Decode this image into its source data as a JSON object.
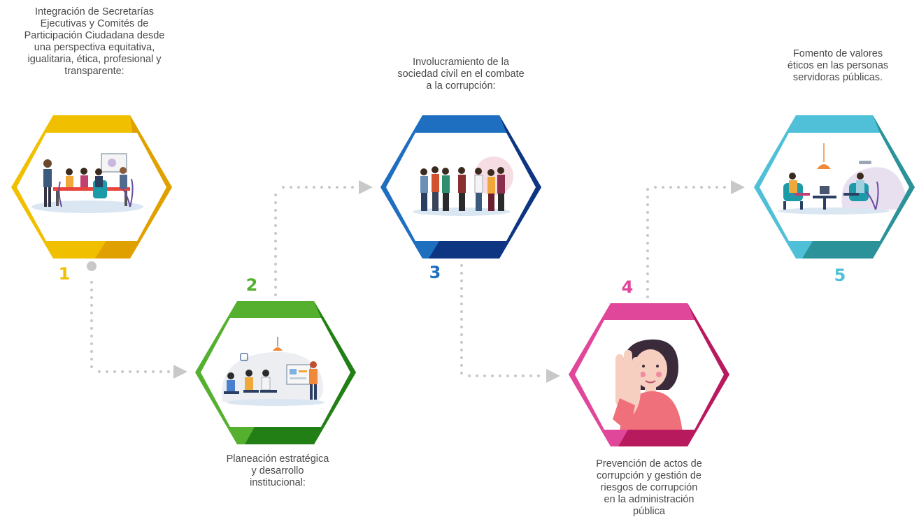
{
  "steps": [
    {
      "number": "1",
      "text": "Integración de Secretarías\nEjecutivas y Comités de\nParticipación Ciudadana desde\nuna perspectiva equitativa,\nigualitaria, ética, profesional y\ntransparente:",
      "color": "#f0c000",
      "dark": "#e0a000",
      "illustration": "meeting-room-illustration"
    },
    {
      "number": "2",
      "text": "Planeación estratégica\ny desarrollo\ninstitucional:",
      "color": "#55b030",
      "dark": "#217f15",
      "illustration": "presentation-illustration"
    },
    {
      "number": "3",
      "text": "Involucramiento de la\nsociedad civil en el combate\na la corrupción:",
      "color": "#1f6fc0",
      "dark": "#0d3582",
      "illustration": "civil-society-illustration"
    },
    {
      "number": "4",
      "text": "Prevención de actos de\ncorrupción y gestión de\nriesgos de corrupción\nen la administración\npública",
      "color": "#e0479a",
      "dark": "#b81a5e",
      "illustration": "stop-hand-woman-illustration"
    },
    {
      "number": "5",
      "text": "Fomento de valores\néticos en las personas\nservidoras públicas.",
      "color": "#4fc0d8",
      "dark": "#2a9298",
      "illustration": "interview-illustration"
    }
  ],
  "connector_color": "#c8c8c8"
}
